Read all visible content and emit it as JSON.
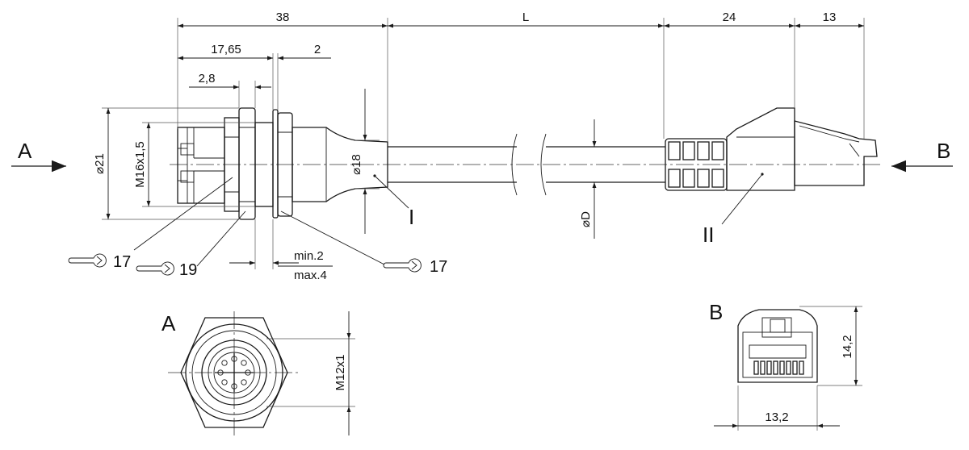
{
  "dimensions": {
    "d38": "38",
    "dL": "L",
    "d24": "24",
    "d13": "13",
    "d1765": "17,65",
    "d2": "2",
    "d28": "2,8",
    "dia21": "⌀21",
    "m16": "M16x1,5",
    "dia18": "⌀18",
    "diaD": "⌀D",
    "min": "min.2",
    "max": "max.4",
    "m12": "M12x1",
    "d142": "14,2",
    "d132": "13,2"
  },
  "labels": {
    "viewA": "A",
    "viewB": "B",
    "detailA": "A",
    "detailB": "B",
    "part1": "I",
    "part2": "II",
    "wrench1": "17",
    "wrench2": "19",
    "wrench3": "17"
  },
  "colors": {
    "line": "#1a1a1a",
    "background": "#ffffff"
  }
}
